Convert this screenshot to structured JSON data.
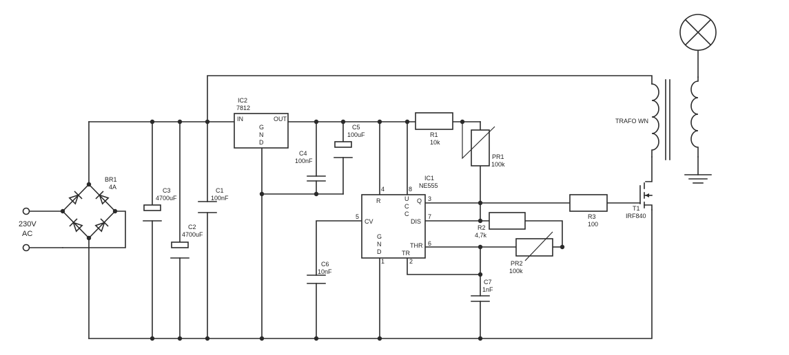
{
  "input": {
    "voltage": "230V",
    "type": "AC"
  },
  "bridge": {
    "ref": "BR1",
    "value": "4A"
  },
  "capacitors": {
    "c1": {
      "ref": "C1",
      "value": "100nF"
    },
    "c2": {
      "ref": "C2",
      "value": "4700uF"
    },
    "c3": {
      "ref": "C3",
      "value": "4700uF"
    },
    "c4": {
      "ref": "C4",
      "value": "100nF"
    },
    "c5": {
      "ref": "C5",
      "value": "100uF"
    },
    "c6": {
      "ref": "C6",
      "value": "10nF"
    },
    "c7": {
      "ref": "C7",
      "value": "1nF"
    }
  },
  "regulator": {
    "ref": "IC2",
    "part": "7812",
    "pin_in": "IN",
    "pin_out": "OUT",
    "gnd_letters": [
      "G",
      "N",
      "D"
    ]
  },
  "timer": {
    "ref": "IC1",
    "part": "NE555",
    "pin_names": {
      "r": "R",
      "cv": "CV",
      "q": "Q",
      "dis": "DIS",
      "thr": "THR",
      "tr": "TR"
    },
    "ucc_letters": [
      "U",
      "C",
      "C"
    ],
    "gnd_letters": [
      "G",
      "N",
      "D"
    ],
    "pin_numbers": {
      "r": "4",
      "ucc": "8",
      "q": "3",
      "cv": "5",
      "dis": "7",
      "thr": "6",
      "gnd": "1",
      "tr": "2"
    }
  },
  "resistors": {
    "r1": {
      "ref": "R1",
      "value": "10k"
    },
    "r2": {
      "ref": "R2",
      "value": "4,7k"
    },
    "r3": {
      "ref": "R3",
      "value": "100"
    }
  },
  "potentiometers": {
    "pr1": {
      "ref": "PR1",
      "value": "100k"
    },
    "pr2": {
      "ref": "PR2",
      "value": "100k"
    }
  },
  "transistor": {
    "ref": "T1",
    "part": "IRF840"
  },
  "transformer": {
    "label": "TRAFO WN"
  },
  "icons": {
    "lamp": "lamp-icon",
    "ground": "ground-icon",
    "diode": "diode-icon",
    "mosfet": "mosfet-icon",
    "transformer": "transformer-icon"
  },
  "colors": {
    "ink": "#2a2a2a",
    "background": "#ffffff"
  }
}
